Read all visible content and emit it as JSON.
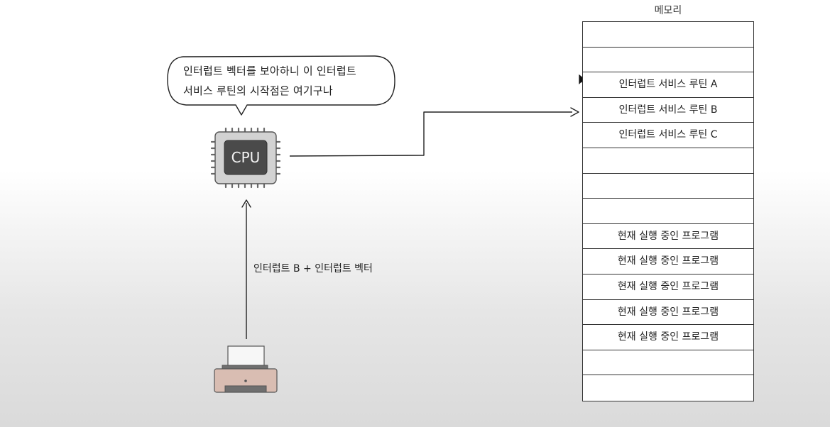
{
  "speech_bubble": {
    "line1": "인터럽트 벡터를 보아하니 이 인터럽트",
    "line2": "서비스 루틴의 시작점은 여기구나"
  },
  "cpu": {
    "label": "CPU"
  },
  "edge": {
    "label": "인터럽트 B + 인터럽트 벡터"
  },
  "memory": {
    "title": "메모리",
    "cells": [
      "",
      "",
      "인터럽트 서비스 루틴 A",
      "인터럽트 서비스 루틴 B",
      "인터럽트 서비스 루틴 C",
      "",
      "",
      "",
      "현재 실행 중인 프로그램",
      "현재 실행 중인 프로그램",
      "현재 실행 중인 프로그램",
      "현재 실행 중인 프로그램",
      "현재 실행 중인 프로그램",
      "",
      ""
    ]
  },
  "colors": {
    "cpu_body": "#d2d2d2",
    "cpu_core": "#4a4a4a",
    "printer_body": "#d9bdb2",
    "line": "#222222"
  },
  "icons": [
    "speech-bubble",
    "cpu-chip-icon",
    "printer-icon",
    "arrow-head",
    "mouse-cursor-icon"
  ]
}
